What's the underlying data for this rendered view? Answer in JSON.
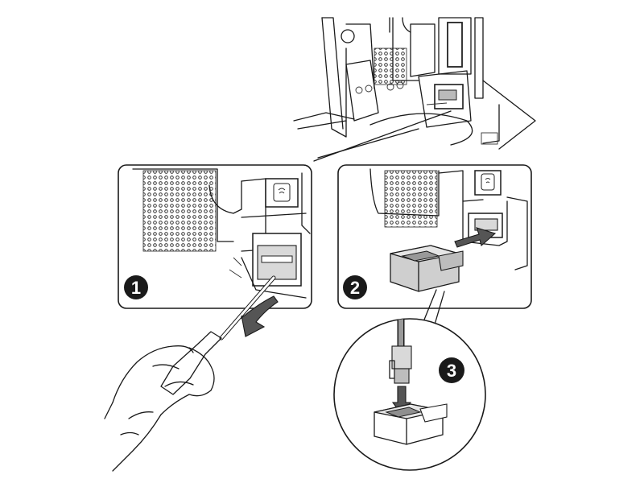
{
  "steps": [
    {
      "number": "1"
    },
    {
      "number": "2"
    },
    {
      "number": "3"
    }
  ],
  "colors": {
    "line": "#1a1a1a",
    "badge_fill": "#1a1a1a",
    "badge_text": "#ffffff",
    "shading": "#d9d9d9",
    "arrow_fill": "#555555"
  },
  "icons": [
    "screwdriver-icon",
    "hand-icon",
    "connector-plug-icon",
    "network-cable-icon",
    "down-arrow-icon",
    "insert-arrow-icon"
  ]
}
